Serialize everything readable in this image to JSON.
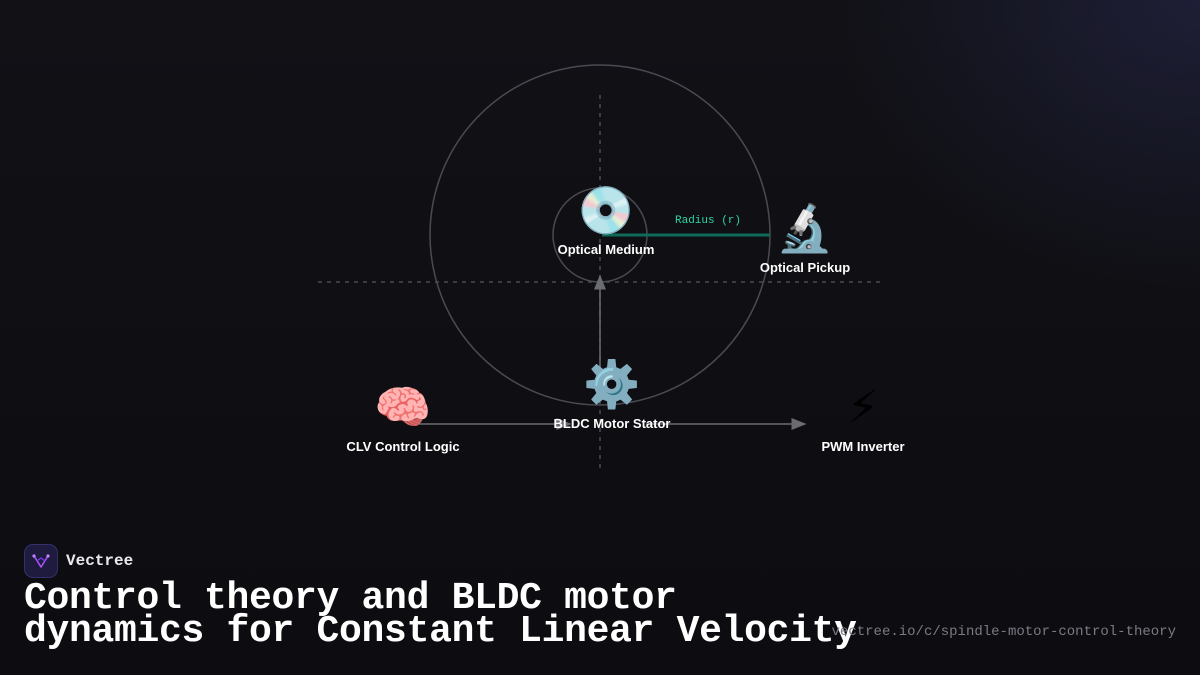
{
  "diagram": {
    "radius_label": "Radius (r)",
    "nodes": {
      "optical_medium": {
        "label": "Optical Medium",
        "icon": "optical-disc-icon",
        "glyph": "💿"
      },
      "optical_pickup": {
        "label": "Optical Pickup",
        "icon": "microscope-icon",
        "glyph": "🔬"
      },
      "clv_logic": {
        "label": "CLV Control Logic",
        "icon": "brain-icon",
        "glyph": "🧠"
      },
      "bldc_stator": {
        "label": "BLDC Motor Stator",
        "icon": "gear-icon",
        "glyph": "⚙️"
      },
      "pwm_inverter": {
        "label": "PWM Inverter",
        "icon": "lightning-icon",
        "glyph": "⚡"
      }
    },
    "colors": {
      "radius": "#0f6b57",
      "radius_text": "#2dd4a8",
      "lines": "#6b6b72"
    }
  },
  "brand": {
    "name": "Vectree",
    "icon": "vectree-logo-icon"
  },
  "title": {
    "line1": "Control theory and BLDC motor",
    "line2": "dynamics for Constant Linear Velocity"
  },
  "url": "vectree.io/c/spindle-motor-control-theory"
}
